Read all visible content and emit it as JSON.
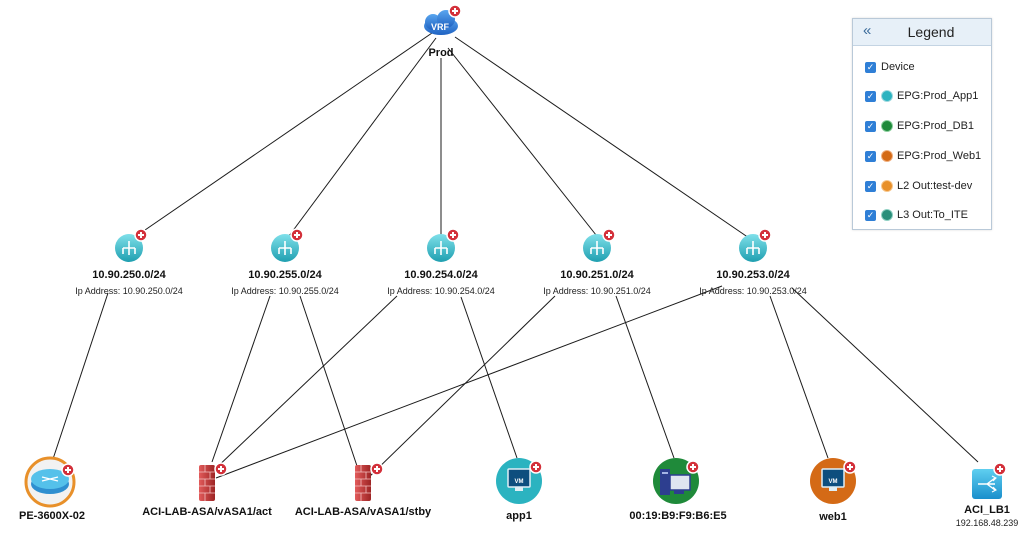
{
  "vrf": {
    "badge": "VRF",
    "label": "Prod"
  },
  "subnets": [
    {
      "title": "10.90.250.0/24",
      "ip": "Ip Address: 10.90.250.0/24"
    },
    {
      "title": "10.90.255.0/24",
      "ip": "Ip Address: 10.90.255.0/24"
    },
    {
      "title": "10.90.254.0/24",
      "ip": "Ip Address: 10.90.254.0/24"
    },
    {
      "title": "10.90.251.0/24",
      "ip": "Ip Address: 10.90.251.0/24"
    },
    {
      "title": "10.90.253.0/24",
      "ip": "Ip Address: 10.90.253.0/24"
    }
  ],
  "devices": [
    {
      "label": "PE-3600X-02",
      "sub": ""
    },
    {
      "label": "ACI-LAB-ASA/vASA1/act",
      "sub": ""
    },
    {
      "label": "ACI-LAB-ASA/vASA1/stby",
      "sub": ""
    },
    {
      "label": "app1",
      "sub": ""
    },
    {
      "label": "00:19:B9:F9:B6:E5",
      "sub": ""
    },
    {
      "label": "web1",
      "sub": ""
    },
    {
      "label": "ACI_LB1",
      "sub": "192.168.48.239"
    }
  ],
  "vm_label": "VM",
  "legend": {
    "title": "Legend",
    "collapse_icon": "«",
    "check": "✓",
    "items": [
      {
        "label": "Device",
        "icon": "none"
      },
      {
        "label": "EPG:Prod_App1",
        "icon": "#2bb3c0"
      },
      {
        "label": "EPG:Prod_DB1",
        "icon": "#1f8a3a"
      },
      {
        "label": "EPG:Prod_Web1",
        "icon": "#d46a16"
      },
      {
        "label": "L2 Out:test-dev",
        "icon": "#e8902a"
      },
      {
        "label": "L3 Out:To_ITE",
        "icon": "#2a8f7a"
      }
    ]
  },
  "colors": {
    "subnet": "#2bb3c0",
    "plus": "#d3303a",
    "vrf": "#2f7fd6",
    "app_epg": "#2bb3c0",
    "db_epg": "#1f8a3a",
    "web_epg": "#d46a16",
    "router": "#2aa7d8",
    "router_ring": "#e8902a",
    "lb": "#2ab0e0"
  }
}
